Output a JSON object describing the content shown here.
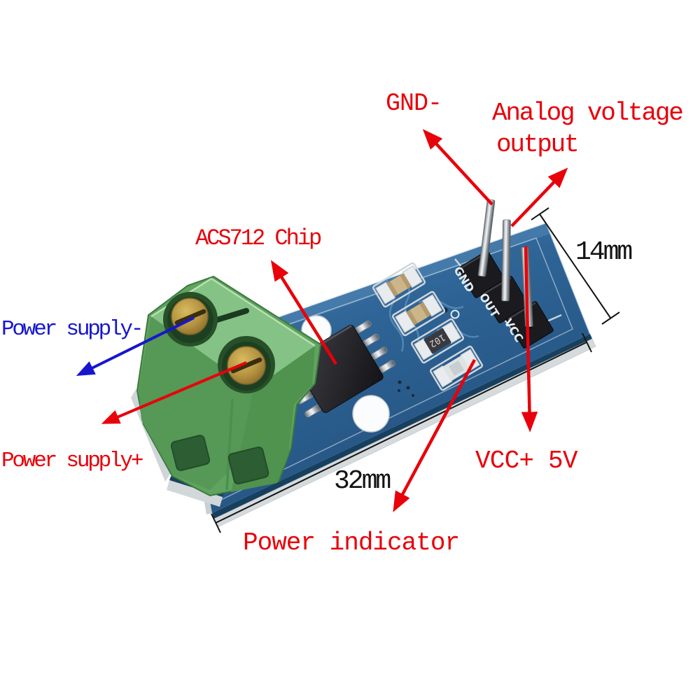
{
  "annotations": {
    "gnd": "GND-",
    "analog_output_line1": "Analog voltage",
    "analog_output_line2": "output",
    "chip": "ACS712 Chip",
    "power_supply_minus": "Power supply-",
    "power_supply_plus": "Power supply+",
    "vcc": "VCC+ 5V",
    "power_indicator": "Power indicator"
  },
  "dimensions": {
    "board_width": "14mm",
    "board_length": "32mm"
  },
  "silkscreen": {
    "pin1": "GND",
    "pin2": "OUT",
    "pin3": "VCC",
    "resistor_marking": "102"
  },
  "colors": {
    "annotation_red": "#e8000a",
    "annotation_blue": "#1616cf",
    "dimension_black": "#141414",
    "pcb_blue": "#2e6496",
    "terminal_green": "#74b374",
    "background": "#ffffff"
  }
}
